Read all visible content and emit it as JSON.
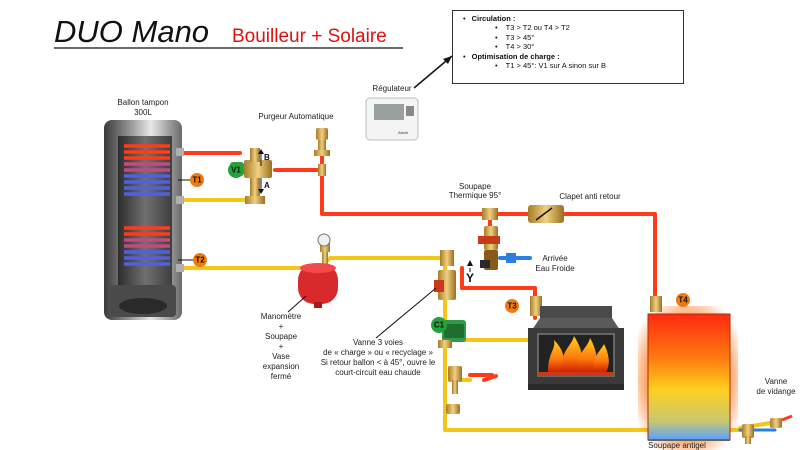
{
  "title": {
    "main": "DUO Mano",
    "subtitle": "Bouilleur + Solaire"
  },
  "info_box": {
    "circulation_heading": "Circulation :",
    "circulation_items": [
      "T3 > T2 ou T4 > T2",
      "T3 > 45°",
      "T4 > 30°"
    ],
    "charge_heading": "Optimisation de charge :",
    "charge_items": [
      "T1 > 45°: V1 sur A sinon sur B"
    ]
  },
  "labels": {
    "regulateur": "Régulateur",
    "ballon_line1": "Ballon tampon",
    "ballon_line2": "300L",
    "purgeur": "Purgeur Automatique",
    "soupape_line1": "Soupape",
    "soupape_line2": "Thermique 95°",
    "clapet": "Clapet anti retour",
    "arrivee_line1": "Arrivée",
    "arrivee_line2": "Eau Froide",
    "manometre": [
      "Manomètre",
      "+",
      "Soupape",
      "+",
      "Vase",
      "expansion",
      "fermé"
    ],
    "vanne3": [
      "Vanne 3 voies",
      "de « charge » ou « recyclage »",
      "Si retour ballon < à 45°, ouvre le",
      "court-circuit eau chaude"
    ],
    "vidange_line1": "Vanne",
    "vidange_line2": "de vidange",
    "antigel": "Soupape  antigel",
    "port_a": "A",
    "port_b": "B",
    "port_y": "Y",
    "regulator_brand": "Atech"
  },
  "badges": {
    "t1": "T1",
    "t2": "T2",
    "t3": "T3",
    "t4": "T4",
    "v1": "V1",
    "c1": "C1"
  },
  "colors": {
    "hot_pipe": "#ff3b1a",
    "cold_pipe": "#f5c518",
    "temp_badge": "#f07a12",
    "valve_badge": "#22a33a",
    "title_red": "#e01010",
    "cold_water_blue": "#2a7fe0"
  },
  "icons": {
    "regulator": "thermostat-controller-icon",
    "stove": "wood-stove-icon",
    "expansion": "expansion-vessel-icon",
    "pump": "circulator-pump-icon"
  }
}
